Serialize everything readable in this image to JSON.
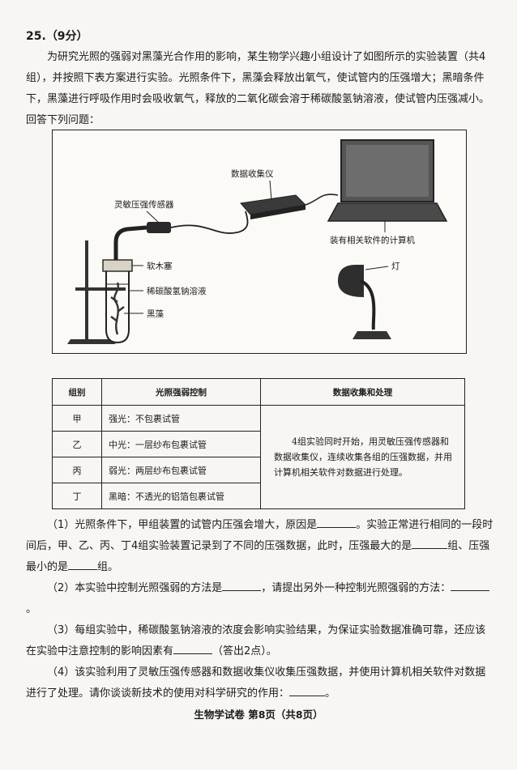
{
  "question": {
    "number": "25.",
    "score": "（9分）"
  },
  "intro": "为研究光照的强弱对黑藻光合作用的影响，某生物学兴趣小组设计了如图所示的实验装置（共4组），并按照下表方案进行实验。光照条件下，黑藻会释放出氧气，使试管内的压强增大；黑暗条件下，黑藻进行呼吸作用时会吸收氧气，释放的二氧化碳会溶于稀碳酸氢钠溶液，使试管内压强减小。回答下列问题：",
  "figure_labels": {
    "sensor": "灵敏压强传感器",
    "collector": "数据收集仪",
    "computer": "装有相关软件的计算机",
    "stopper": "软木塞",
    "solution": "稀碳酸氢钠溶液",
    "plant": "黑藻",
    "lamp": "灯"
  },
  "table": {
    "headers": [
      "组别",
      "光照强弱控制",
      "数据收集和处理"
    ],
    "rows": [
      {
        "group": "甲",
        "control": "强光：不包裹试管"
      },
      {
        "group": "乙",
        "control": "中光：一层纱布包裹试管"
      },
      {
        "group": "丙",
        "control": "弱光：两层纱布包裹试管"
      },
      {
        "group": "丁",
        "control": "黑暗：不透光的铝箔包裹试管"
      }
    ],
    "processing": "4组实验同时开始，用灵敏压强传感器和数据收集仪，连续收集各组的压强数据，并用计算机相关软件对数据进行处理。"
  },
  "q1": {
    "a": "（1）光照条件下，甲组装置的试管内压强会增大，原因是",
    "b": "。实验正常进行相同的一段时间后，甲、乙、丙、丁4组实验装置记录到了不同的压强数据，此时，压强最大的是",
    "c": "组、压强最小的是",
    "d": "组。"
  },
  "q2": {
    "a": "（2）本实验中控制光照强弱的方法是",
    "b": "，请提出另外一种控制光照强弱的方法：",
    "c": "。"
  },
  "q3": {
    "a": "（3）每组实验中，稀碳酸氢钠溶液的浓度会影响实验结果，为保证实验数据准确可靠，还应该在实验中注意控制的影响因素有",
    "b": "（答出2点）。"
  },
  "q4": {
    "a": "（4）该实验利用了灵敏压强传感器和数据收集仪收集压强数据，并使用计算机相关软件对数据进行了处理。请你谈谈新技术的使用对科学研究的作用：",
    "b": "。"
  },
  "footer": "生物学试卷  第8页（共8页）"
}
